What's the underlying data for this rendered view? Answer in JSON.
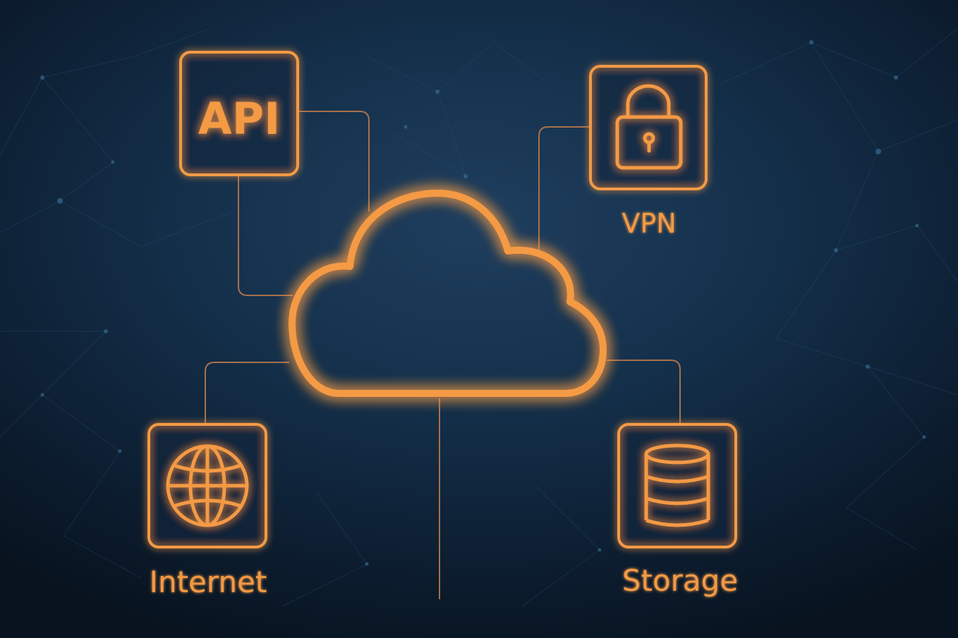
{
  "diagram": {
    "nodes": {
      "api": {
        "text": "API",
        "icon": "api-text-icon"
      },
      "vpn": {
        "label": "VPN",
        "icon": "padlock-icon"
      },
      "internet": {
        "label": "Internet",
        "icon": "globe-icon"
      },
      "storage": {
        "label": "Storage",
        "icon": "database-icon"
      },
      "cloud": {
        "icon": "cloud-icon"
      }
    },
    "edges": [
      {
        "from": "api",
        "to": "cloud"
      },
      {
        "from": "vpn",
        "to": "cloud"
      },
      {
        "from": "internet",
        "to": "cloud"
      },
      {
        "from": "storage",
        "to": "cloud"
      },
      {
        "from": "cloud",
        "to": "bottom"
      }
    ],
    "colors": {
      "accent": "#f49a45",
      "glow": "#ff8a2a",
      "line": "#b9784a",
      "background": "#14304b"
    }
  }
}
